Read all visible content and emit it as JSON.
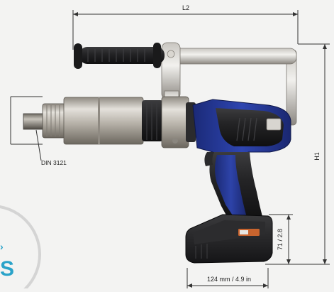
{
  "dimensions": {
    "length": "L2",
    "height": "H1",
    "drive_standard": "DIN 3121",
    "handle_height": "71 / 2.8",
    "battery_width": "124 mm / 4.9 in"
  },
  "colors": {
    "background": "#f3f3f2",
    "dimension_line": "#333333",
    "tool_blue": "#22358f",
    "tool_black": "#1c1c1e",
    "tool_silver": "#b9b6b0",
    "badge_ring": "#d4d4d4",
    "badge_accent": "#2aa3c9"
  },
  "badge": {
    "partial_glyph": "S"
  }
}
